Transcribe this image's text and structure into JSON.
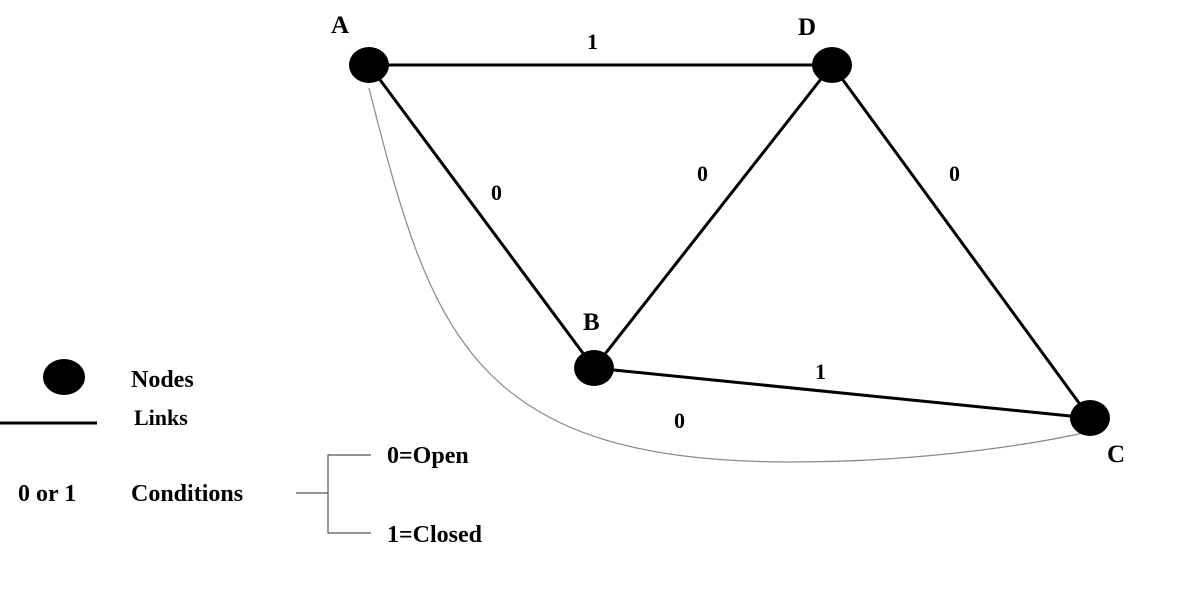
{
  "nodes": {
    "A": {
      "label": "A"
    },
    "B": {
      "label": "B"
    },
    "C": {
      "label": "C"
    },
    "D": {
      "label": "D"
    }
  },
  "edges": {
    "AD": {
      "label": "1"
    },
    "AB": {
      "label": "0"
    },
    "BD": {
      "label": "0"
    },
    "DC": {
      "label": "0"
    },
    "BC": {
      "label": "1"
    },
    "AC": {
      "label": "0"
    }
  },
  "legend": {
    "nodes_label": "Nodes",
    "links_label": "Links",
    "conditions_key": "0 or 1",
    "conditions_label": "Conditions",
    "open_label": "0=Open",
    "closed_label": "1=Closed"
  }
}
